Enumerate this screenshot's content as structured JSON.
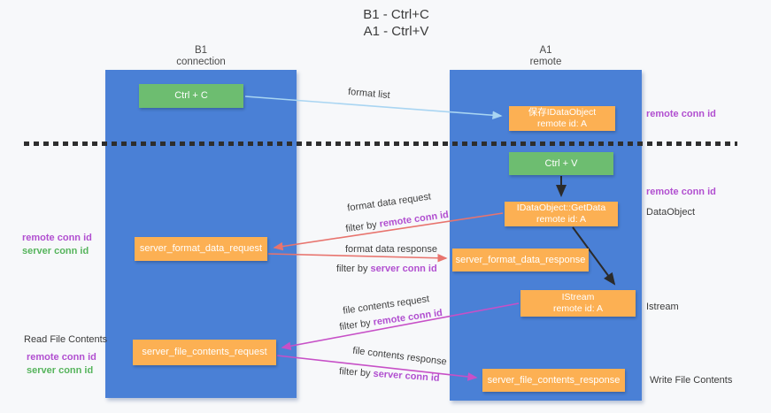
{
  "title": {
    "line1": "B1 - Ctrl+C",
    "line2": "A1 - Ctrl+V"
  },
  "colors": {
    "background": "#f7f8fa",
    "lane_blue": "#4a80d6",
    "box_orange": "#fcb053",
    "box_green": "#6dbd70",
    "remote_conn_id_purple": "#b14fd0",
    "server_conn_id_green": "#56b45c",
    "request_arrow_salmon": "#e8746e",
    "file_arrow_magenta": "#c750c7",
    "format_list_arrow_blue": "#a9d5f2",
    "black_arrow": "#2b2b2b"
  },
  "lanes": {
    "left": {
      "title": "B1",
      "subtitle": "connection"
    },
    "right": {
      "title": "A1",
      "subtitle": "remote"
    }
  },
  "boxes": {
    "ctrl_c": {
      "label": "Ctrl + C"
    },
    "save_idataobject": {
      "line1": "保存IDataObject",
      "line2": "remote id: A"
    },
    "ctrl_v": {
      "label": "Ctrl + V"
    },
    "getdata": {
      "line1": "IDataObject::GetData",
      "line2": "remote id: A"
    },
    "format_request": {
      "label": "server_format_data_request"
    },
    "format_response": {
      "label": "server_format_data_response"
    },
    "istream": {
      "line1": "IStream",
      "line2": "remote id: A"
    },
    "file_request": {
      "label": "server_file_contents_request"
    },
    "file_response": {
      "label": "server_file_contents_response"
    }
  },
  "flow_labels": {
    "format_list": "format list",
    "format_data_request": "format data request",
    "format_data_response": "format data response",
    "file_contents_request": "file contents request",
    "file_contents_response": "file contents response",
    "filter_by": "filter by ",
    "remote_conn_id": "remote conn id",
    "server_conn_id": "server conn id"
  },
  "annotations": {
    "remote_conn_id": "remote conn id",
    "server_conn_id": "server conn id",
    "dataobject": "DataObject",
    "istream": "Istream",
    "read_file_contents": "Read File Contents",
    "write_file_contents": "Write File Contents"
  }
}
